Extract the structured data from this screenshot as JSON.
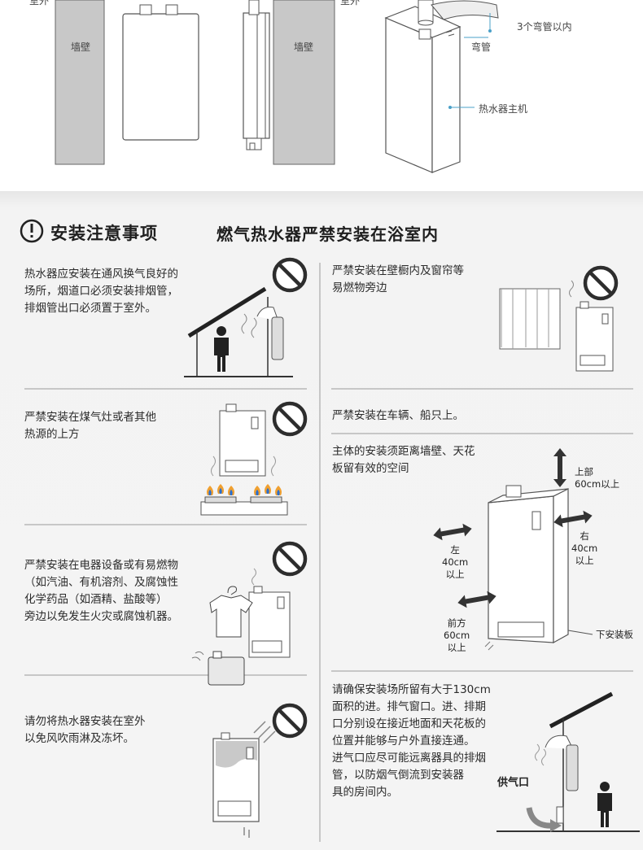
{
  "top_diagram": {
    "outdoor_label_left": "室外",
    "outdoor_label_right": "室外",
    "wall_label_left": "墙壁",
    "wall_label_right": "墙壁",
    "bends_label": "3个弯管以内",
    "elbow_label": "弯管",
    "unit_label": "热水器主机"
  },
  "header": {
    "title": "安装注意事项",
    "subtitle": "燃气热水器严禁安装在浴室内",
    "icon": "exclamation-circle-icon"
  },
  "notes": [
    {
      "id": "ventilation",
      "text": "热水器应安装在通风换气良好的\n场所，烟道口必须安装排烟管，\n排烟管出口必须置于室外。"
    },
    {
      "id": "curtains",
      "text": "严禁安装在壁橱内及窗帘等\n易燃物旁边"
    },
    {
      "id": "gas-stove",
      "text": "严禁安装在煤气灶或者其他\n热源的上方"
    },
    {
      "id": "vehicles",
      "text": "严禁安装在车辆、船只上。"
    },
    {
      "id": "clearance",
      "text": "主体的安装须距离墙壁、天花\n板留有效的空间"
    },
    {
      "id": "flammables",
      "text": "严禁安装在电器设备或有易燃物\n（如汽油、有机溶剂、及腐蚀性\n化学药品（如酒精、盐酸等）\n旁边以免发生火灾或腐蚀机器。"
    },
    {
      "id": "outdoor",
      "text": "请勿将热水器安装在室外\n以免风吹雨淋及冻坏。"
    },
    {
      "id": "room-size",
      "text": "请确保安装场所留有大于130cm\n面积的进。排气窗口。进、排期\n口分别设在接近地面和天花板的\n位置并能够与户外直接连通。\n进气口应尽可能远离器具的排烟\n管，以防烟气倒流到安装器\n具的房间内。"
    }
  ],
  "clearance_labels": {
    "top": "上部\n60cm以上",
    "left": "左\n40cm\n以上",
    "right": "右\n40cm\n以上",
    "front": "前方\n60cm\n以上",
    "bottom_plate": "下安装板"
  },
  "air_inlet_label": "供气口",
  "colors": {
    "prohibit": "#2d2d2d",
    "wall_gray": "#c9c9c9",
    "divider": "#9a9a9a"
  }
}
